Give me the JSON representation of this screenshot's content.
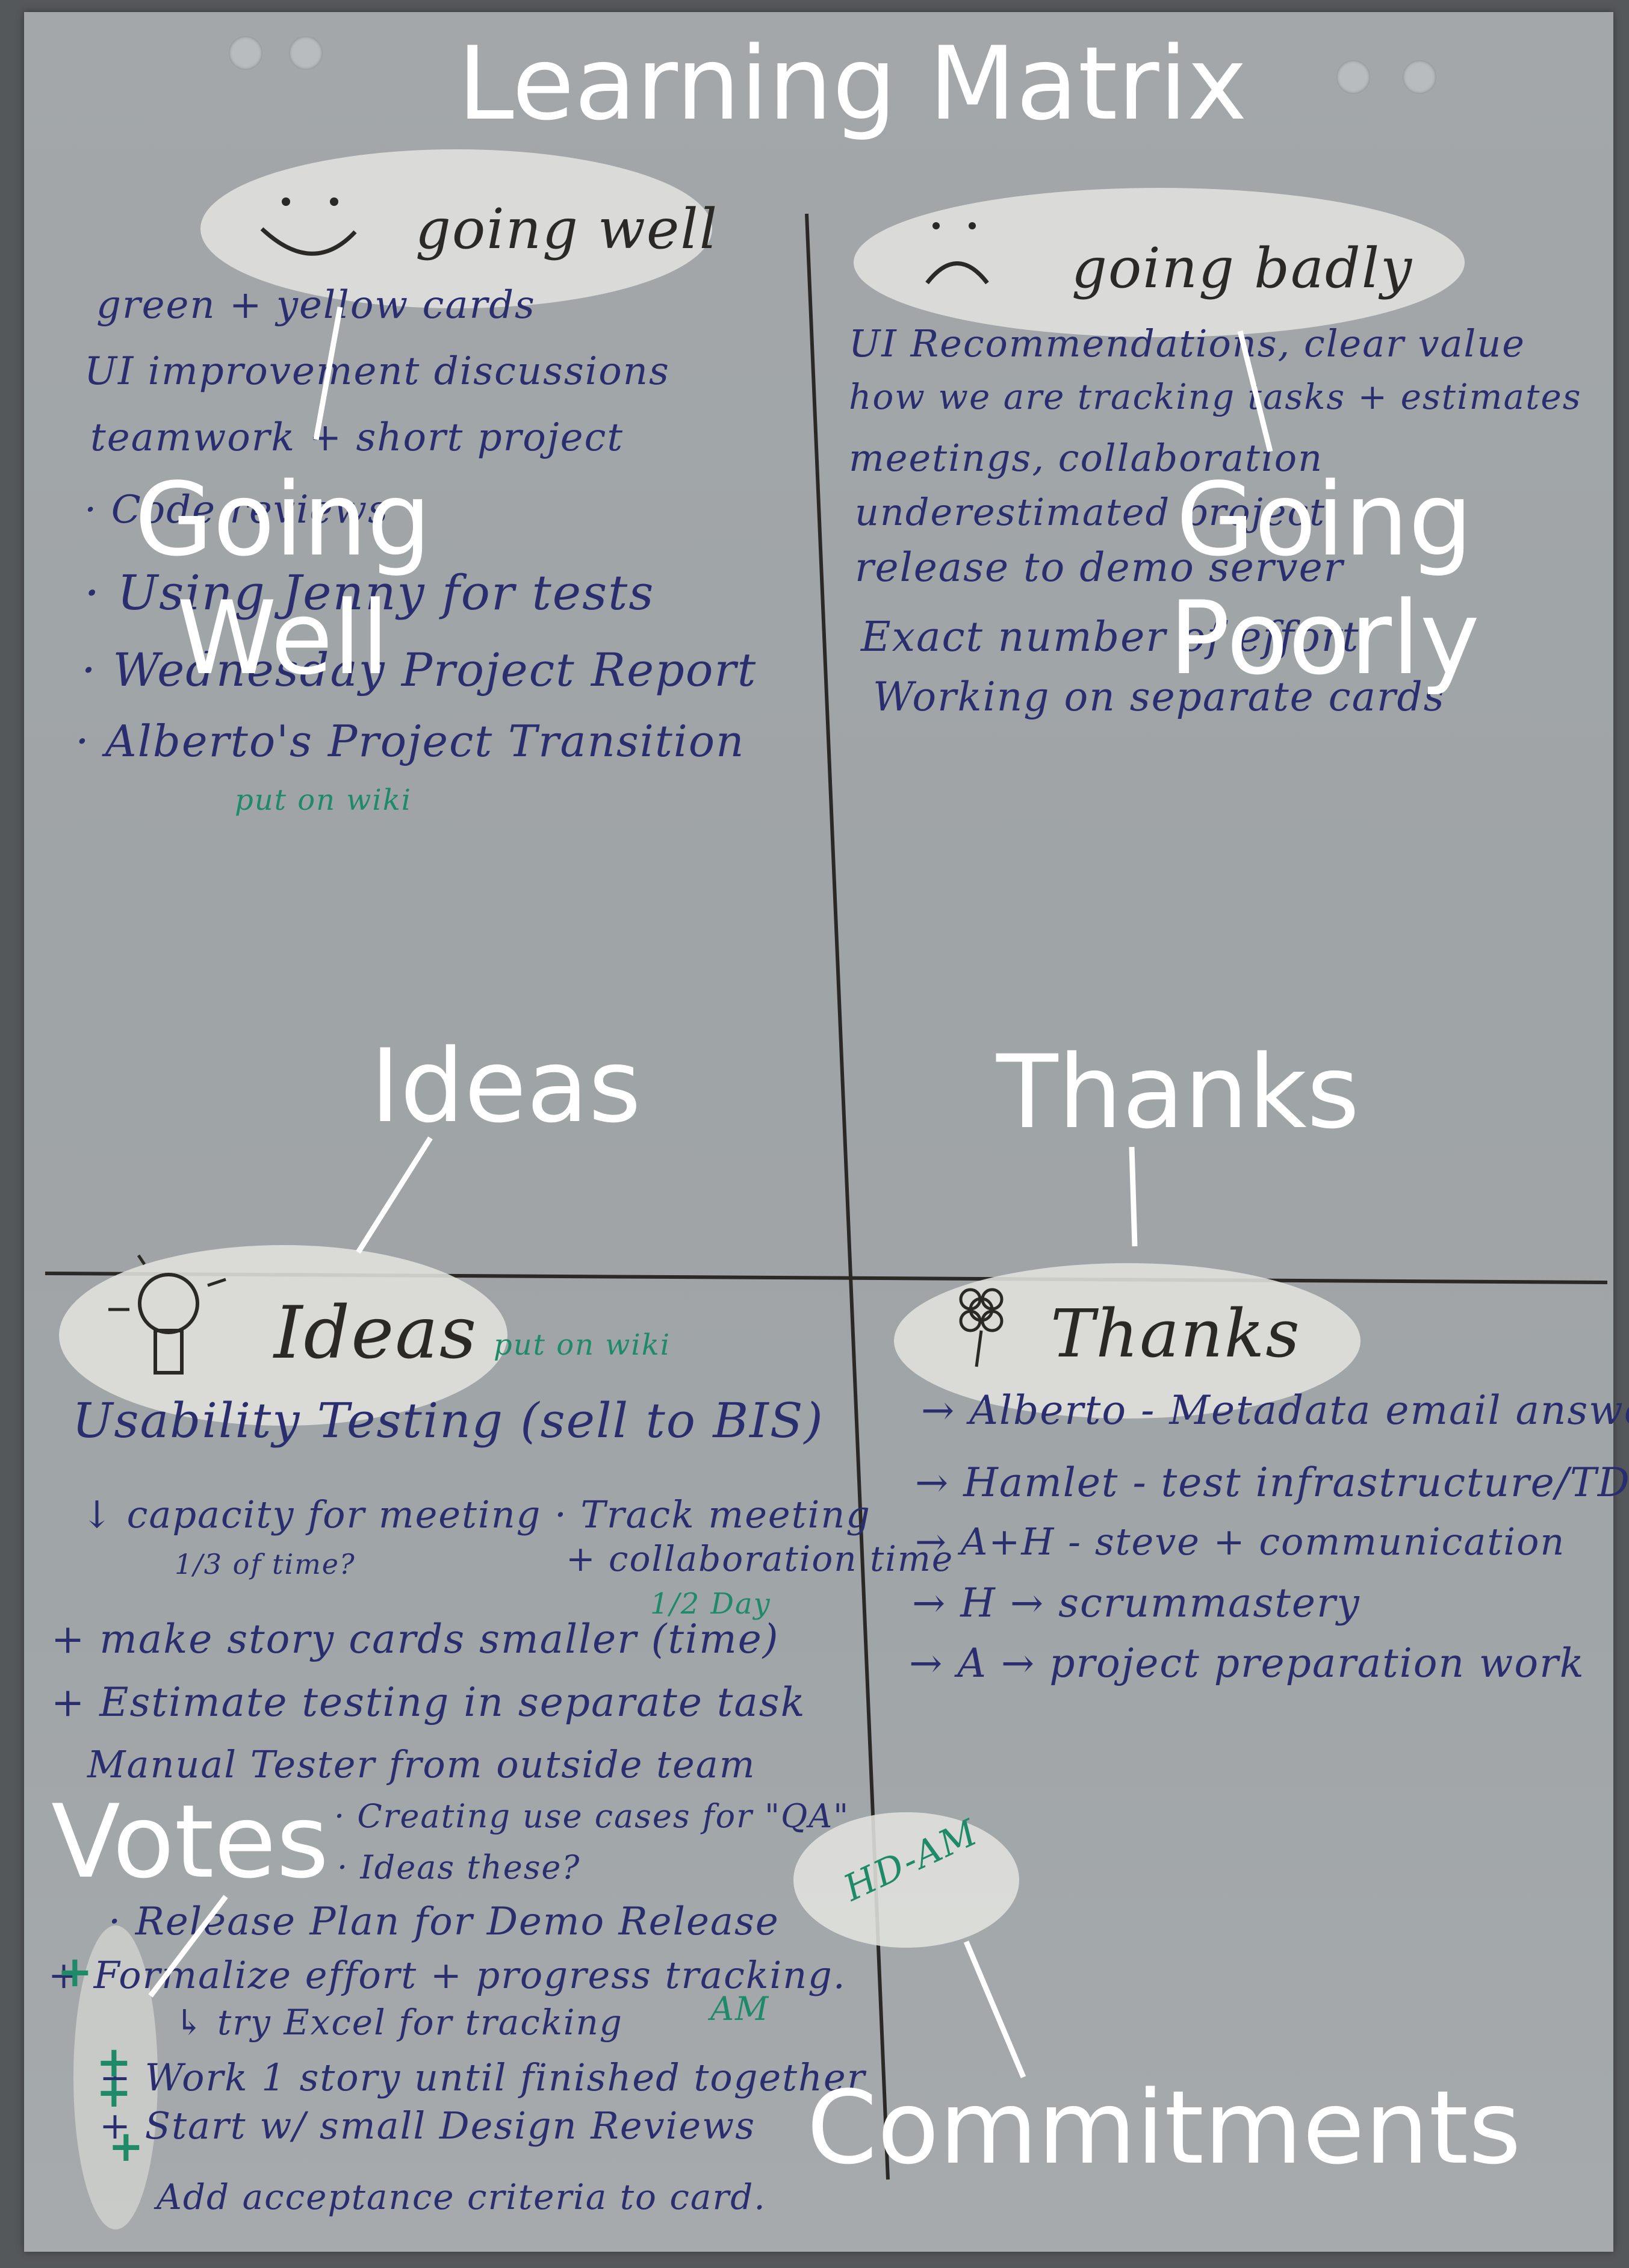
{
  "title": "Learning Matrix",
  "labels": {
    "going_well": "Going\nWell",
    "going_poorly": "Going\nPoorly",
    "ideas": "Ideas",
    "thanks": "Thanks",
    "votes": "Votes",
    "commitments": "Commitments"
  },
  "quadrants": {
    "going_well": {
      "heading": "going well",
      "icon": "smiley-face-icon",
      "items": [
        "green + yellow cards",
        "UI improvement discussions",
        "teamwork + short project",
        "· Code reviews",
        "· Using Jenny for tests",
        "· Wednesday Project Report",
        "· Alberto's Project Transition"
      ],
      "note": "put on wiki"
    },
    "going_badly": {
      "heading": "going badly",
      "icon": "frown-face-icon",
      "items": [
        "UI Recommendations, clear value",
        "how we are tracking tasks + estimates",
        "meetings, collaboration",
        "underestimated project",
        "release to demo server",
        "Exact number of effort",
        "Working on separate cards"
      ]
    },
    "ideas": {
      "heading": "Ideas",
      "icon": "light-bulb-icon",
      "note": "put on wiki",
      "items": [
        "Usability Testing (sell to BIS)",
        "↓ capacity for meeting · Track meeting",
        "1/3 of time?",
        "+ collaboration time",
        "1/2 Day",
        "+ make story cards smaller (time)",
        "+ Estimate testing in separate task",
        "Manual Tester from outside team",
        "· Creating use cases for \"QA\"",
        "· Ideas these?",
        "· Release Plan for Demo Release",
        "+ Formalize effort + progress tracking.",
        "↳ try Excel for tracking",
        "+ Work 1 story until finished together",
        "+ Start w/ small Design Reviews",
        "Add acceptance criteria to card."
      ],
      "commitment_initials": [
        "HD-AM",
        "AM"
      ]
    },
    "thanks": {
      "heading": "Thanks",
      "icon": "flower-icon",
      "items": [
        "→ Alberto - Metadata email answers",
        "→ Hamlet - test infrastructure/TDD",
        "→ A+H - steve + communication",
        "→ H → scrummastery",
        "→ A → project preparation work"
      ]
    }
  },
  "colors": {
    "paper": "#a3a7a9",
    "marker_blue": "#2a2e6e",
    "marker_green": "#1e8a67",
    "marker_dark": "#2b2926",
    "annotation": "#ffffff"
  }
}
